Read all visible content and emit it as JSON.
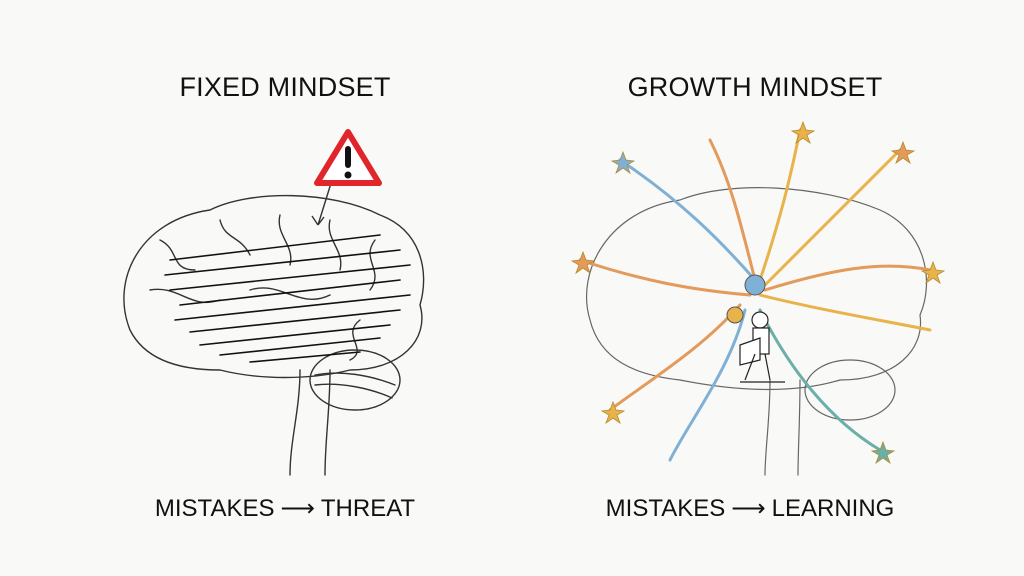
{
  "left_panel": {
    "title": "FIXED MINDSET",
    "caption": {
      "from": "MISTAKES",
      "arrow": "⟶",
      "to": "THREAT"
    },
    "icon": "warning-triangle-icon",
    "colors": {
      "warning_red": "#e0262a",
      "sketch": "#333333"
    }
  },
  "right_panel": {
    "title": "GROWTH MINDSET",
    "caption": {
      "from": "MISTAKES",
      "arrow": "⟶",
      "to": "LEARNING"
    },
    "icon": "neuron-network-icon",
    "colors": {
      "gold": "#e8b34a",
      "orange": "#e39a5a",
      "blue": "#7fb0d6",
      "teal": "#6bb0a8",
      "sketch": "#555555"
    }
  }
}
